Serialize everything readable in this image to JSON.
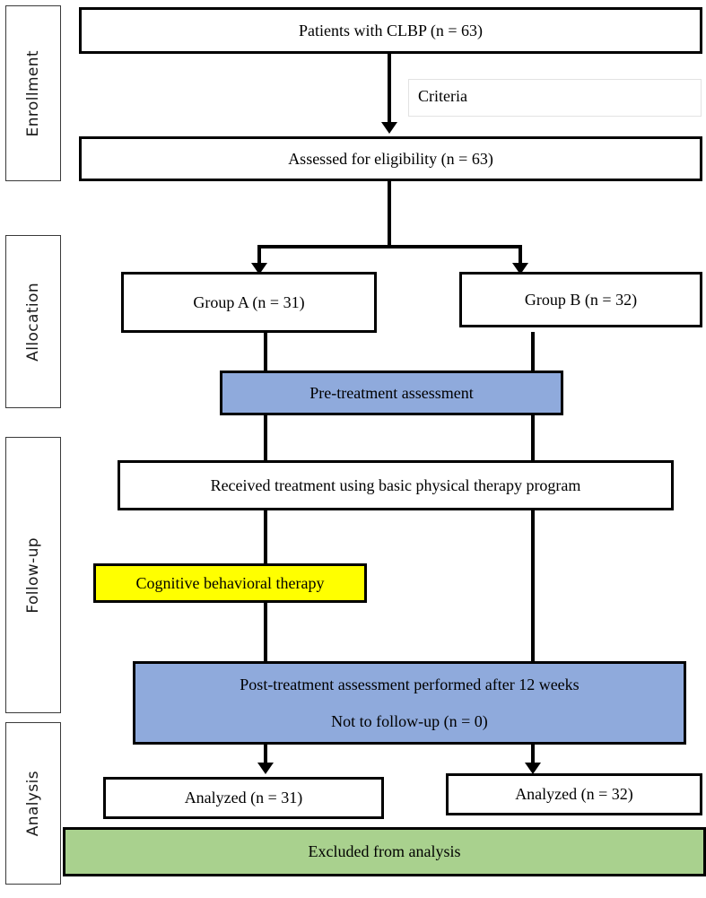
{
  "diagram": {
    "title": "CONSORT-style patient flow diagram",
    "colors": {
      "blue": "#8FAADC",
      "green": "#A9D18E",
      "yellow": "#FFFF00",
      "border": "#000000",
      "stage_border": "#3A3A3A"
    }
  },
  "stages": [
    {
      "label": "Enrollment"
    },
    {
      "label": "Allocation"
    },
    {
      "label": "Follow-up"
    },
    {
      "label": "Analysis"
    }
  ],
  "nodes": {
    "patients": {
      "text": "Patients with CLBP (n = 63)"
    },
    "criteria": {
      "text": "Criteria"
    },
    "assessed": {
      "text": "Assessed for eligibility (n = 63)"
    },
    "group_a": {
      "text": "Group A (n = 31)"
    },
    "group_b": {
      "text": "Group B (n = 32)"
    },
    "pre_treatment": {
      "text": "Pre-treatment assessment"
    },
    "received_treatment": {
      "text": "Received treatment using basic physical therapy program"
    },
    "cbt": {
      "text": "Cognitive behavioral therapy"
    },
    "post_treatment": {
      "line1": "Post-treatment assessment performed after 12 weeks",
      "line2": "Not to follow-up (n = 0)"
    },
    "analyzed_a": {
      "text": "Analyzed (n = 31)"
    },
    "analyzed_b": {
      "text": "Analyzed (n = 32)"
    },
    "excluded": {
      "text": "Excluded from analysis"
    }
  }
}
